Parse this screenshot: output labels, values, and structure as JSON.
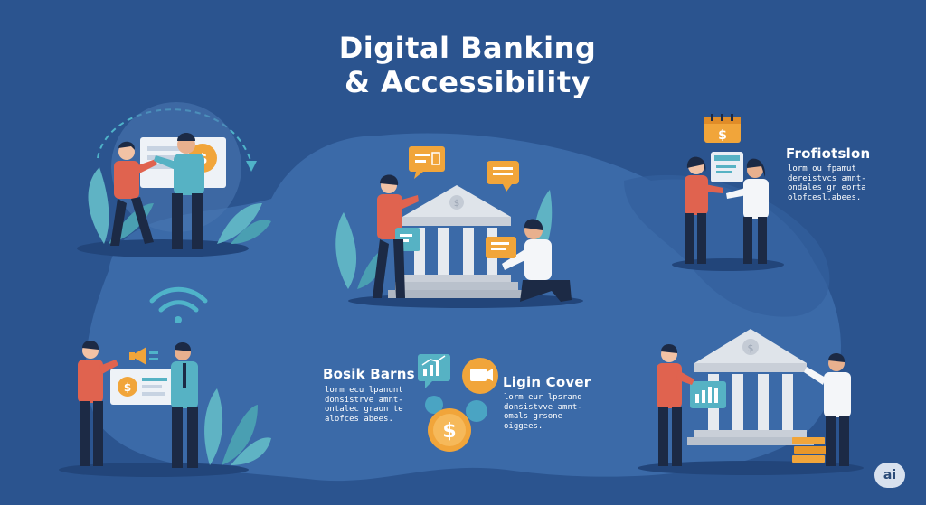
{
  "title": {
    "line1": "Digital Banking",
    "line2": "& Accessibility"
  },
  "blocks": {
    "top_right": {
      "heading": "Frofiotslon",
      "lines": [
        "lorm ou fpamut",
        "dereistvcs amnt-",
        "ondales gr eorta",
        "olofcesl.abees."
      ]
    },
    "bottom_left": {
      "heading": "Bosik Barns",
      "lines": [
        "lorm ecu lpanunt",
        "donsistrve amnt-",
        "ontalec graon te",
        "alofces abees."
      ]
    },
    "bottom_center": {
      "heading": "Ligin Cover",
      "lines": [
        "lorm eur lpsrand",
        "donsistvve amnt-",
        "omals grsone",
        "oiggees."
      ]
    }
  },
  "badge": "ai",
  "colors": {
    "background": "#2b548f",
    "blob": "#3b6aa8",
    "shirt_red": "#e0634f",
    "shirt_teal": "#56b2c4",
    "pants": "#1c2a45",
    "orange": "#f1a53a",
    "leaf": "#5fb3c4",
    "bank_gray": "#d3d8df"
  },
  "icons": [
    "bank-icon",
    "dollar-coin-icon",
    "wifi-icon",
    "chart-icon",
    "video-play-icon",
    "chat-bubble-icon",
    "calendar-icon",
    "leaf-icon",
    "megaphone-icon"
  ]
}
